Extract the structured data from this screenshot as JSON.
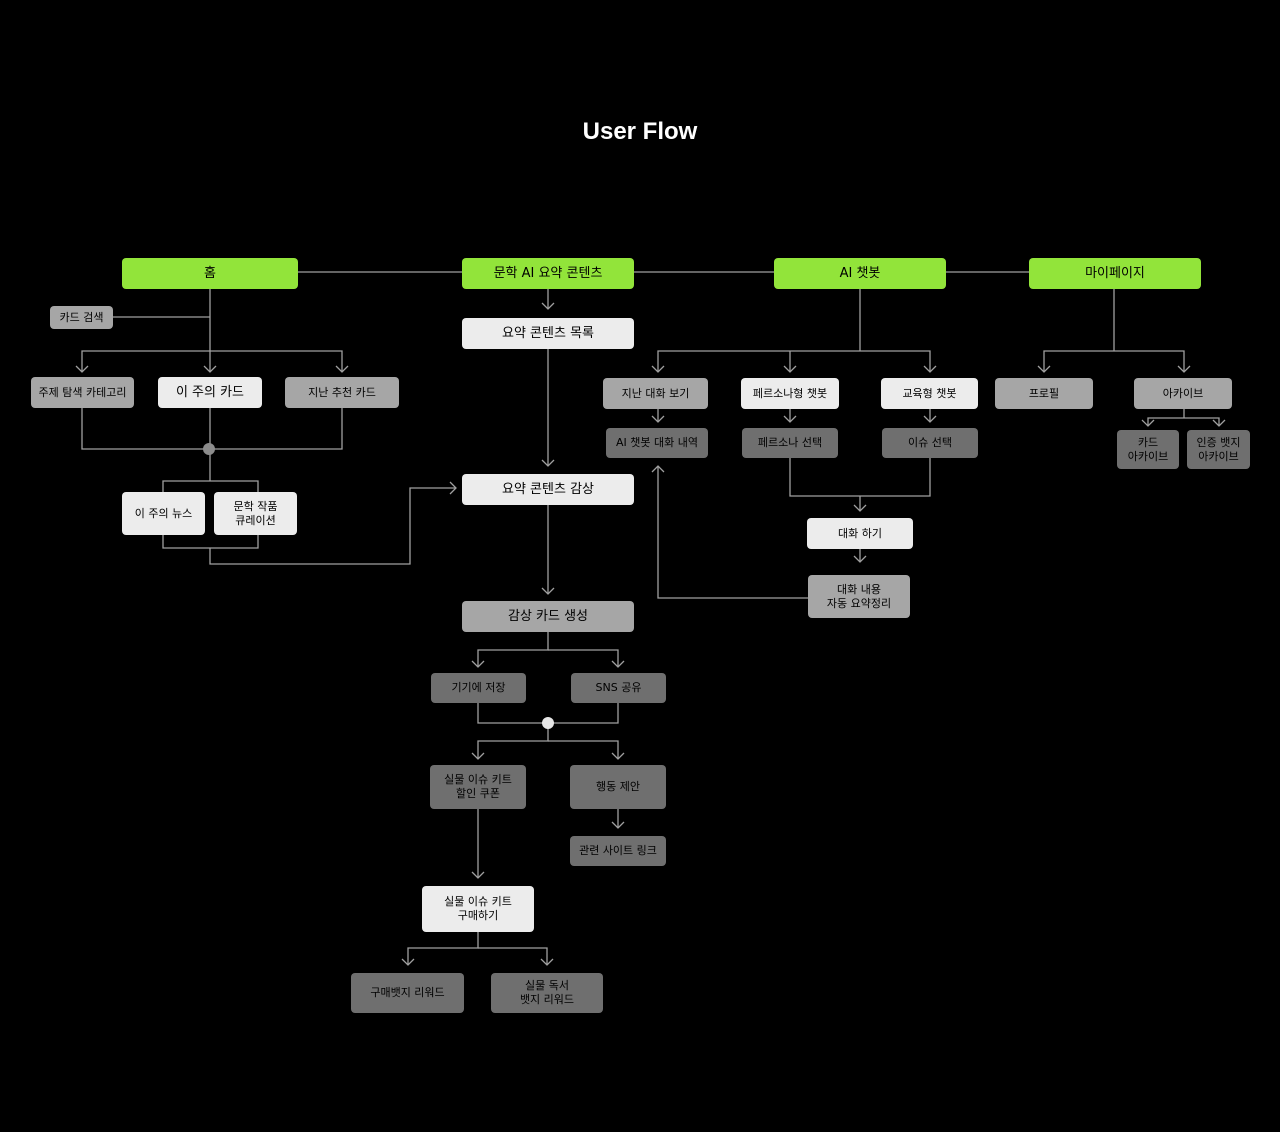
{
  "title": "User Flow",
  "colors": {
    "background": "#000000",
    "top_node": "#92e43a",
    "light_node": "#ececec",
    "mid_node": "#a6a6a6",
    "dark_node": "#6f6f6f",
    "connector": "#a0a0a0"
  },
  "nodes": {
    "home": "홈",
    "literature": "문학 AI 요약 콘텐츠",
    "chatbot": "AI 챗봇",
    "mypage": "마이페이지",
    "card_search": "카드 검색",
    "topic_category": "주제 탐색 카테고리",
    "weekly_card": "이 주의 카드",
    "past_cards": "지난 추천 카드",
    "weekly_news": "이 주의 뉴스",
    "curation": "문학 작품\n큐레이션",
    "summary_list": "요약 콘텐츠 목록",
    "summary_view": "요약 콘텐츠 감상",
    "card_create": "감상 카드 생성",
    "save_device": "기기에 저장",
    "sns_share": "SNS 공유",
    "kit_coupon": "실물 이슈 키트\n할인 쿠폰",
    "action": "행동 제안",
    "related_link": "관련 사이트 링크",
    "kit_buy": "실물 이슈 키트\n구매하기",
    "buy_badge": "구매뱃지 리워드",
    "read_badge": "실물 독서\n뱃지 리워드",
    "past_chat": "지난 대화 보기",
    "persona_bot": "페르소나형 챗봇",
    "edu_bot": "교육형 챗봇",
    "chat_history": "AI 챗봇 대화 내역",
    "persona_select": "페르소나 선택",
    "issue_select": "이슈 선택",
    "conversation": "대화 하기",
    "auto_summary": "대화 내용\n자동 요약정리",
    "profile": "프로필",
    "archive": "아카이브",
    "card_archive": "카드\n아카이브",
    "badge_archive": "인증 뱃지\n아카이브"
  }
}
